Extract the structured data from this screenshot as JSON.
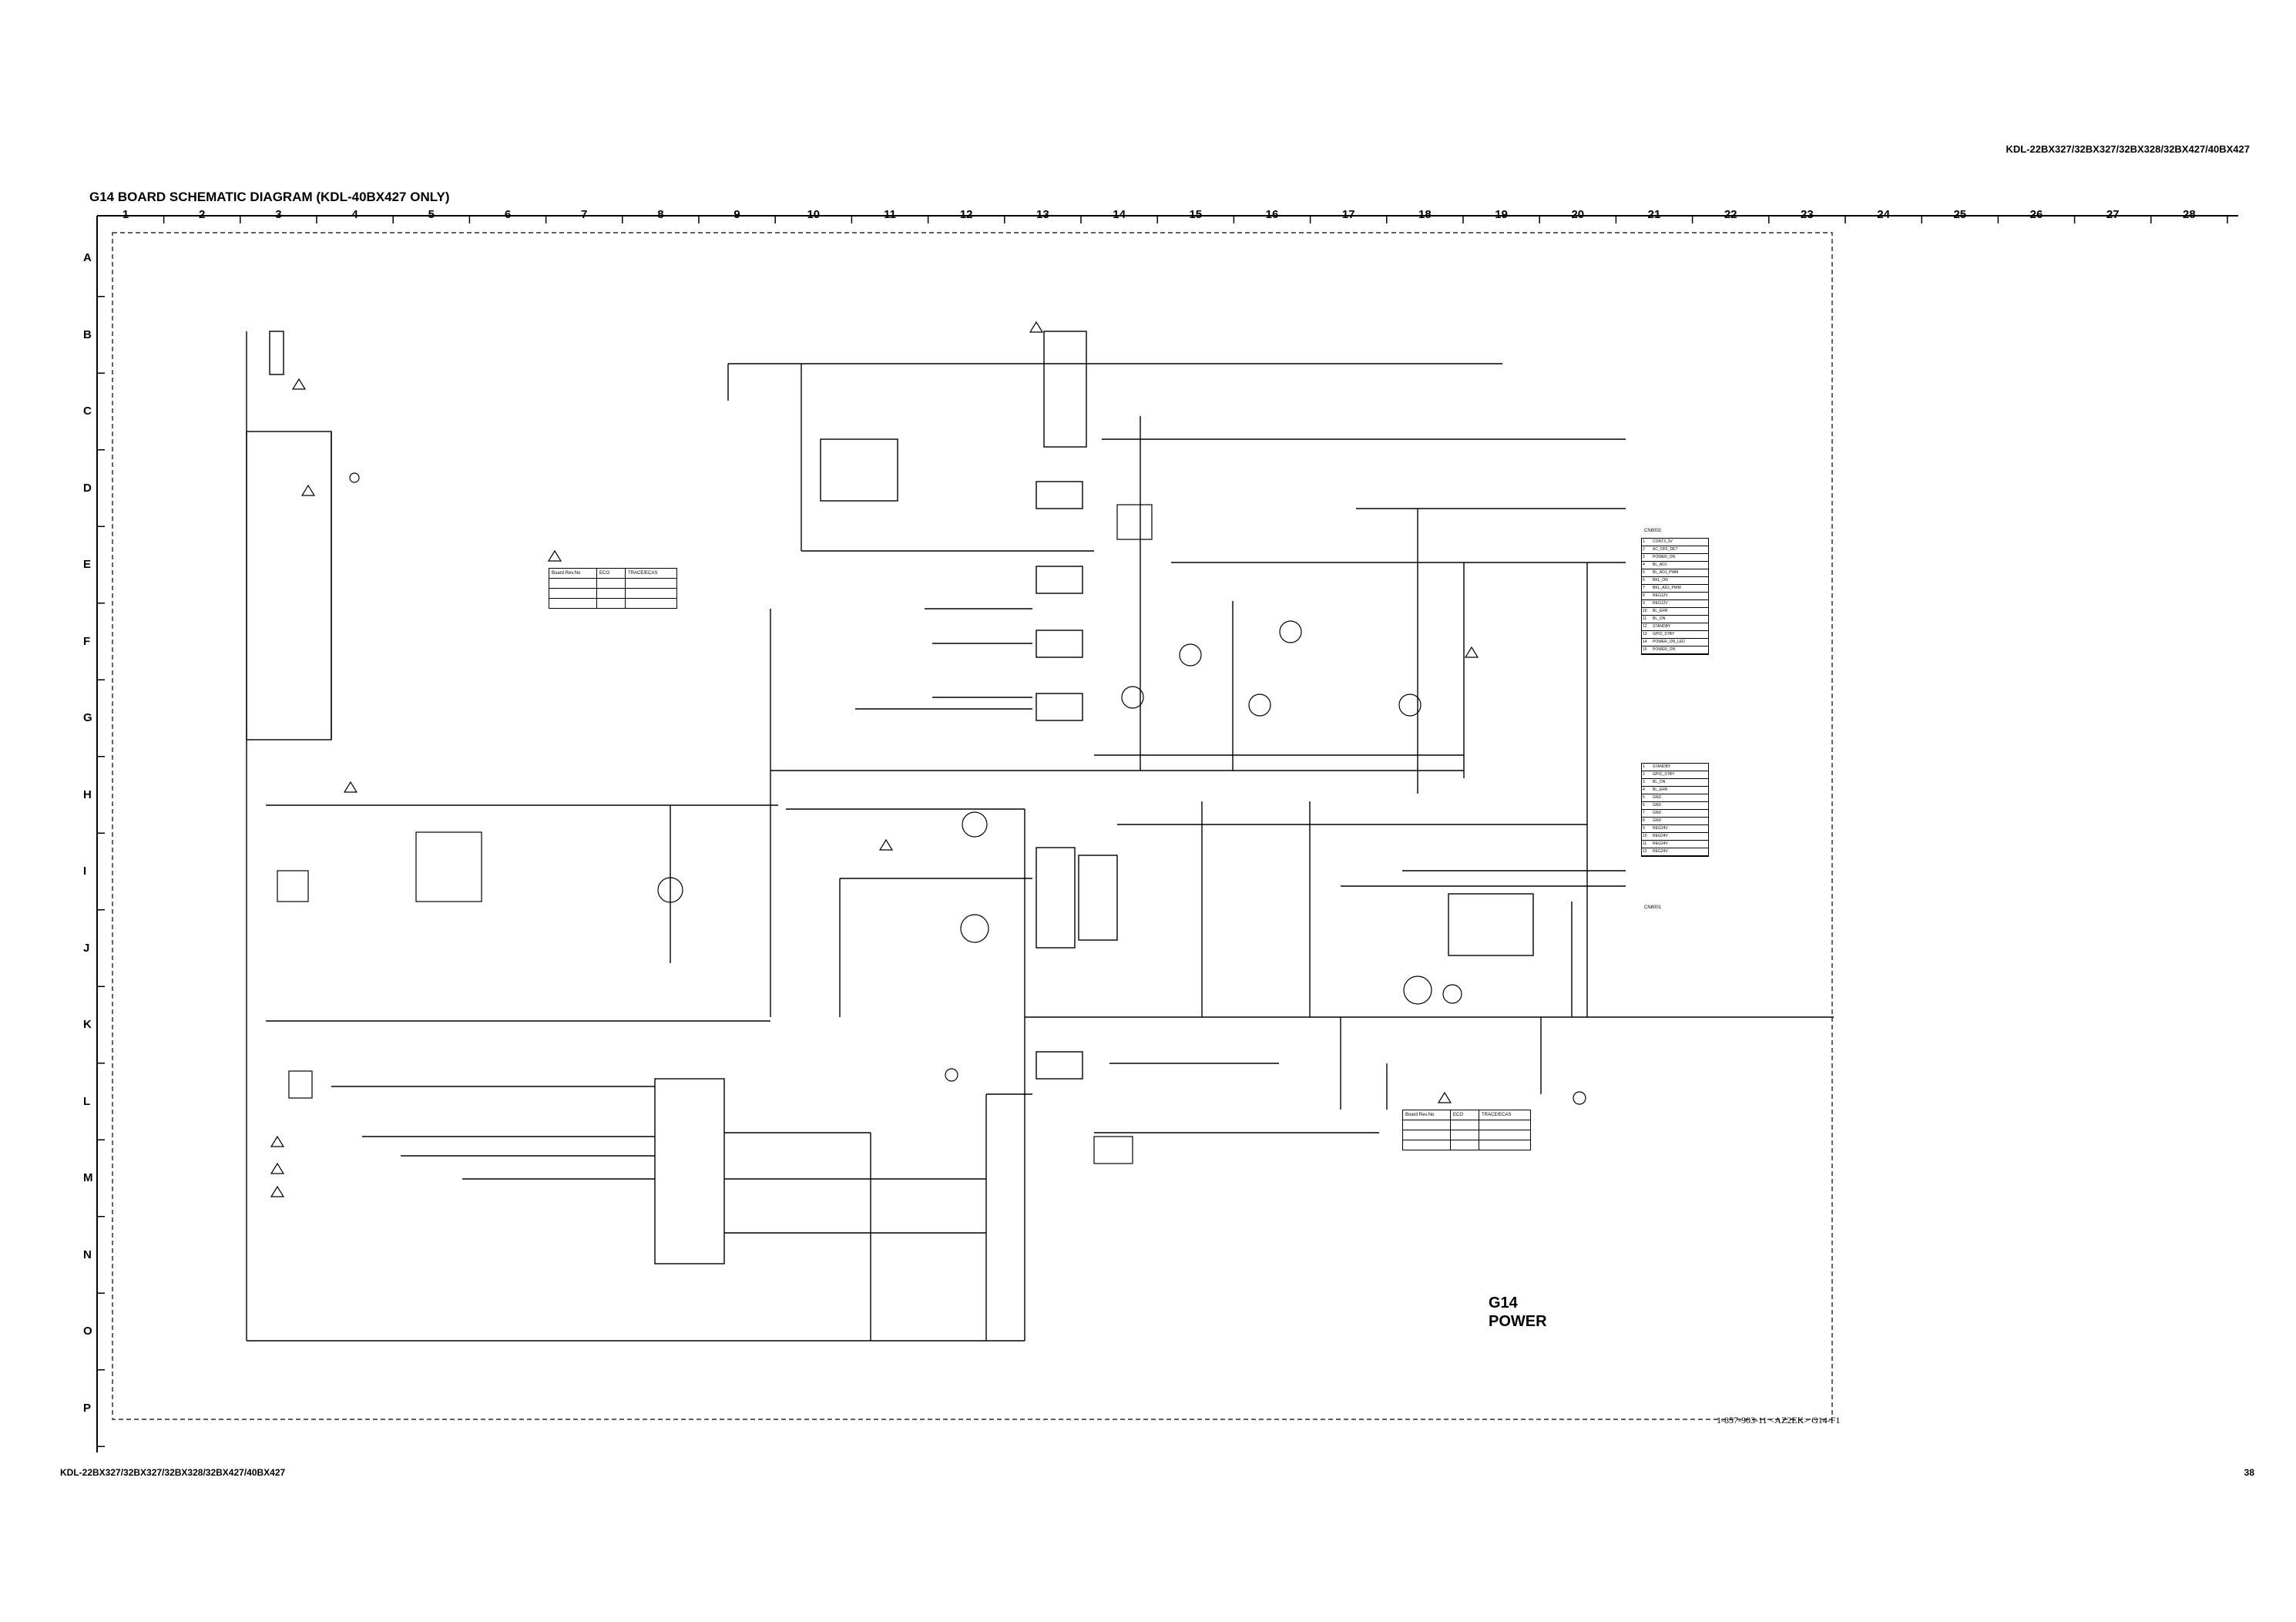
{
  "header": {
    "model_right": "KDL-22BX327/32BX327/32BX328/32BX427/40BX427",
    "title": "G14 BOARD SCHEMATIC DIAGRAM (KDL-40BX427 ONLY)"
  },
  "grid": {
    "columns": [
      "1",
      "2",
      "3",
      "4",
      "5",
      "6",
      "7",
      "8",
      "9",
      "10",
      "11",
      "12",
      "13",
      "14",
      "15",
      "16",
      "17",
      "18",
      "19",
      "20",
      "21",
      "22",
      "23",
      "24",
      "25",
      "26",
      "27",
      "28"
    ],
    "rows": [
      "A",
      "B",
      "C",
      "D",
      "E",
      "F",
      "G",
      "H",
      "I",
      "J",
      "K",
      "L",
      "M",
      "N",
      "O",
      "P"
    ]
  },
  "board_label": {
    "line1": "G14",
    "line2": "POWER"
  },
  "part_ref": "1-857-903-11 <AZ2EK> G14-F1",
  "footer": {
    "model_left": "KDL-22BX327/32BX327/32BX328/32BX427/40BX427",
    "page_number": "38"
  },
  "revision_table": {
    "header": [
      "Board Rev.No",
      "ECO",
      "TRACE/ECAS"
    ]
  },
  "connector_cn8002": {
    "label": "CN8002",
    "pins": [
      {
        "n": "1",
        "s": "CONT3_3V"
      },
      {
        "n": "2",
        "s": "AC_OFF_DET"
      },
      {
        "n": "3",
        "s": "POWER_ON"
      },
      {
        "n": "4",
        "s": "BL_ADJ"
      },
      {
        "n": "5",
        "s": "BL_ADJ_PWM"
      },
      {
        "n": "6",
        "s": "BKL_ON"
      },
      {
        "n": "7",
        "s": "BKL_ADJ_PWM"
      },
      {
        "n": "8",
        "s": "REG12V"
      },
      {
        "n": "9",
        "s": "REG12V"
      },
      {
        "n": "10",
        "s": "BL_ERR"
      },
      {
        "n": "11",
        "s": "BL_ON"
      },
      {
        "n": "12",
        "s": "STANDBY"
      },
      {
        "n": "13",
        "s": "GPIO_STBY"
      },
      {
        "n": "14",
        "s": "POWER_ON_LED"
      },
      {
        "n": "15",
        "s": "POWER_ON"
      }
    ]
  },
  "connector_cn8001": {
    "label": "CN8001",
    "pins": [
      {
        "n": "1",
        "s": "STANDBY"
      },
      {
        "n": "2",
        "s": "GPIO_STBY"
      },
      {
        "n": "3",
        "s": "BL_ON"
      },
      {
        "n": "4",
        "s": "BL_ERR"
      },
      {
        "n": "5",
        "s": "GND"
      },
      {
        "n": "6",
        "s": "GND"
      },
      {
        "n": "7",
        "s": "GND"
      },
      {
        "n": "8",
        "s": "GND"
      },
      {
        "n": "9",
        "s": "REG24V"
      },
      {
        "n": "10",
        "s": "REG24V"
      },
      {
        "n": "11",
        "s": "REG24V"
      },
      {
        "n": "12",
        "s": "REG24V"
      }
    ]
  }
}
